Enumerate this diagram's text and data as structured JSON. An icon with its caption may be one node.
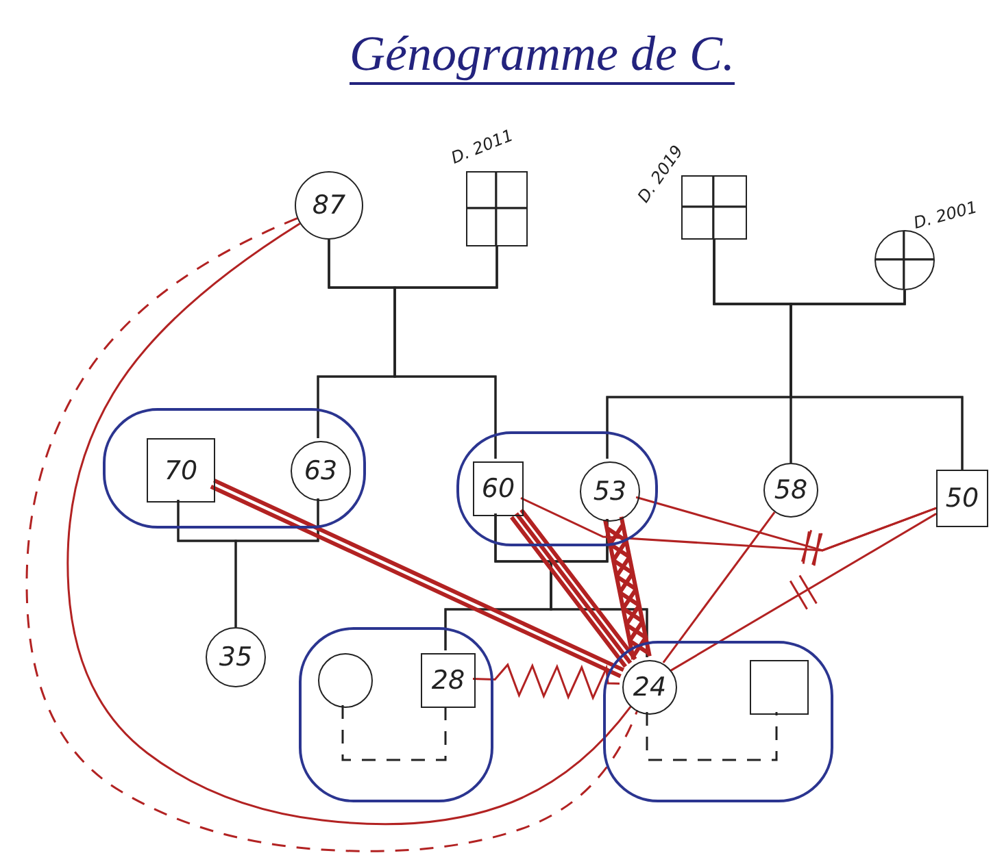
{
  "diagram": {
    "title": "Génogramme de C.",
    "nodes": [
      {
        "text": [
          "87"
        ]
      },
      {
        "text": [],
        "shape": "box",
        "beside": [
          "D. 2011"
        ]
      },
      {
        "text": [],
        "shape": "box",
        "beside": [
          "D. 2019"
        ]
      },
      {
        "text": [],
        "shape": "circle",
        "beside": [
          "D. 2001"
        ]
      },
      {
        "text": [],
        "shape": "box"
      },
      {
        "text": [
          "70"
        ],
        "in": 4
      },
      {
        "text": [
          "63"
        ],
        "in": 4
      },
      {
        "text": [],
        "shape": "box"
      },
      {
        "text": [
          "60"
        ],
        "in": 7
      },
      {
        "text": [
          "53"
        ],
        "in": 7
      },
      {
        "text": [
          "58"
        ]
      },
      {
        "text": [
          "50"
        ]
      },
      {
        "text": [
          "35"
        ]
      },
      {
        "text": [],
        "shape": "box"
      },
      {
        "text": [],
        "shape": "circle",
        "in": 13
      },
      {
        "text": [
          "28"
        ],
        "in": 13
      },
      {
        "text": [],
        "shape": "box"
      },
      {
        "text": [
          "24"
        ],
        "in": 16
      },
      {
        "text": [],
        "shape": "box",
        "in": 16
      }
    ],
    "edges": [
      {
        "from": 0,
        "to": 1,
        "arrow": "none"
      },
      {
        "from": 0,
        "to": 6,
        "arrow": "none"
      },
      {
        "from": 1,
        "to": 6,
        "arrow": "none"
      },
      {
        "from": 0,
        "to": 8,
        "arrow": "none"
      },
      {
        "from": 1,
        "to": 8,
        "arrow": "none"
      },
      {
        "from": 2,
        "to": 3,
        "arrow": "none"
      },
      {
        "from": 2,
        "to": 9,
        "arrow": "none"
      },
      {
        "from": 3,
        "to": 9,
        "arrow": "none"
      },
      {
        "from": 2,
        "to": 10,
        "arrow": "none"
      },
      {
        "from": 3,
        "to": 10,
        "arrow": "none"
      },
      {
        "from": 2,
        "to": 11,
        "arrow": "none"
      },
      {
        "from": 3,
        "to": 11,
        "arrow": "none"
      },
      {
        "from": 5,
        "to": 6,
        "arrow": "none"
      },
      {
        "from": 5,
        "to": 12,
        "arrow": "none"
      },
      {
        "from": 6,
        "to": 12,
        "arrow": "none"
      },
      {
        "from": 8,
        "to": 9,
        "arrow": "none"
      },
      {
        "from": 8,
        "to": 15,
        "arrow": "none"
      },
      {
        "from": 9,
        "to": 15,
        "arrow": "none"
      },
      {
        "from": 8,
        "to": 17,
        "arrow": "none"
      },
      {
        "from": 9,
        "to": 17,
        "arrow": "none"
      },
      {
        "from": 14,
        "to": 15,
        "arrow": "none",
        "style": "dashed"
      },
      {
        "from": 17,
        "to": 18,
        "arrow": "none",
        "style": "dashed"
      },
      {
        "from": 0,
        "to": 17,
        "arrow": "none",
        "color": "#b22222"
      },
      {
        "from": 0,
        "to": 17,
        "arrow": "none",
        "style": "dashed",
        "color": "#b22222"
      },
      {
        "from": 5,
        "to": 17,
        "arrow": "none",
        "style": "thick",
        "color": "#b22222"
      },
      {
        "from": 8,
        "to": 17,
        "arrow": "none",
        "style": "thick",
        "color": "#b22222"
      },
      {
        "from": 9,
        "to": 17,
        "arrow": "none",
        "style": "thick",
        "color": "#b22222"
      },
      {
        "from": 10,
        "to": 17,
        "arrow": "none",
        "color": "#b22222"
      },
      {
        "from": 11,
        "to": 17,
        "arrow": "none",
        "color": "#b22222"
      },
      {
        "from": 15,
        "to": 17,
        "arrow": "none",
        "color": "#b22222"
      },
      {
        "from": 8,
        "to": 11,
        "arrow": "none",
        "color": "#b22222"
      },
      {
        "from": 9,
        "to": 11,
        "arrow": "none",
        "color": "#b22222"
      }
    ]
  }
}
